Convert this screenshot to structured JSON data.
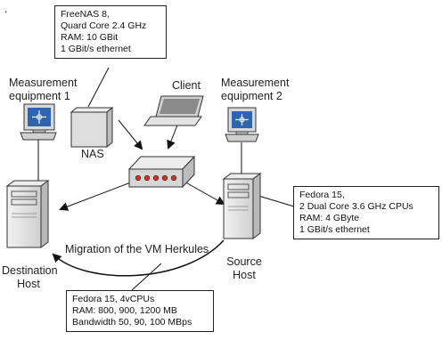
{
  "labels": {
    "measurement_1": [
      "Measurement",
      "equipment 1"
    ],
    "measurement_2": [
      "Measurement",
      "equipment 2"
    ],
    "client": "Client",
    "nas": "NAS",
    "destination_host": [
      "Destination",
      "Host"
    ],
    "source_host": [
      "Source",
      "Host"
    ],
    "migration": "Migration of the VM Herkules"
  },
  "boxes": {
    "nas_spec": [
      "FreeNAS 8,",
      "Quard Core 2.4 GHz",
      "RAM: 10 GBit",
      "1 GBit/s ethernet"
    ],
    "source_spec": [
      "Fedora 15,",
      "2 Dual Core 3.6 GHz CPUs",
      "RAM: 4 GByte",
      "1 GBit/s ethernet"
    ],
    "vm_spec": [
      "Fedora 15, 4vCPUs",
      "RAM: 800, 900, 1200 MB",
      "Bandwidth 50, 90, 100 MBps"
    ]
  },
  "colors": {
    "switch_leds": "#c0392b",
    "device_fill": "#e2e2e2",
    "monitor_screen": "#2f64b0"
  }
}
